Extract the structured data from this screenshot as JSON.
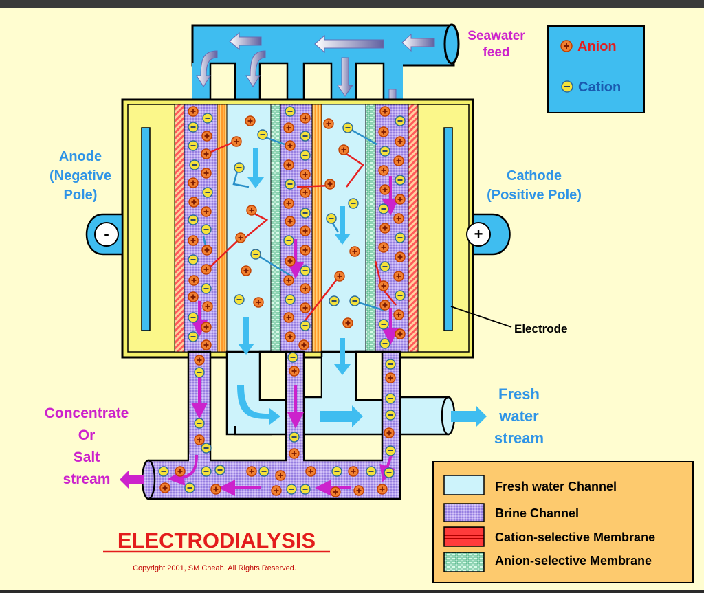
{
  "labels": {
    "seawater_line1": "Seawater",
    "seawater_line2": "feed",
    "anode_line1": "Anode",
    "anode_line2": "(Negative",
    "anode_line3": "Pole)",
    "cathode_line1": "Cathode",
    "cathode_line2": "(Positive Pole)",
    "electrode": "Electrode",
    "fresh_line1": "Fresh",
    "fresh_line2": "water",
    "fresh_line3": "stream",
    "conc_line1": "Concentrate",
    "conc_line2": "Or",
    "conc_line3": "Salt",
    "conc_line4": "stream",
    "minus_sign": "-",
    "plus_sign": "+"
  },
  "ion_legend": {
    "anion": "Anion",
    "cation": "Cation"
  },
  "legend": {
    "fresh": "Fresh water Channel",
    "brine": "Brine Channel",
    "cation_membrane": "Cation-selective Membrane",
    "anion_membrane": "Anion-selective Membrane"
  },
  "title": "ELECTRODIALYSIS",
  "copyright": "Copyright 2001, SM Cheah. All Rights Reserved.",
  "colors": {
    "background": "#fffdd0",
    "pipe_blue": "#3fbdf0",
    "fresh": "#cdf3fb",
    "brine": "#b9a4ee",
    "cation_membrane": "#ff4444",
    "anion_membrane": "#2f9c6c",
    "anion_ion": "#f08030",
    "cation_ion": "#f5e13a",
    "magenta": "#cc22cc",
    "label_blue": "#2f94e6",
    "title_red": "#e31c1c"
  }
}
